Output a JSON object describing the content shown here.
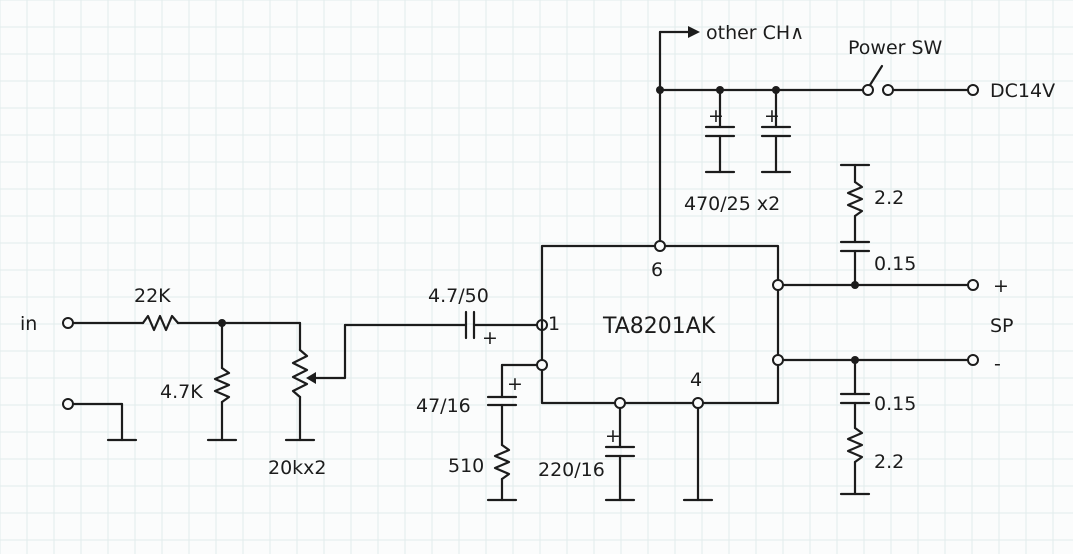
{
  "labels": {
    "input": "in",
    "r_in": "22K",
    "r_shunt": "4.7K",
    "pot": "20kx2",
    "c_in": "4.7/50",
    "c_pin5": "47/16",
    "r_pin5": "510",
    "c_pin3": "220/16",
    "ic": "TA8201AK",
    "pin1": "1",
    "pin4": "4",
    "pin6": "6",
    "c_supply": "470/25 x2",
    "other_ch": "other CH∧",
    "power_sw": "Power SW",
    "dc": "DC14V",
    "r_snub_top": "2.2",
    "c_snub_top": "0.15",
    "c_snub_bot": "0.15",
    "r_snub_bot": "2.2",
    "sp_plus": "+",
    "sp_minus": "-",
    "sp": "SP",
    "cap_plus": "+"
  }
}
